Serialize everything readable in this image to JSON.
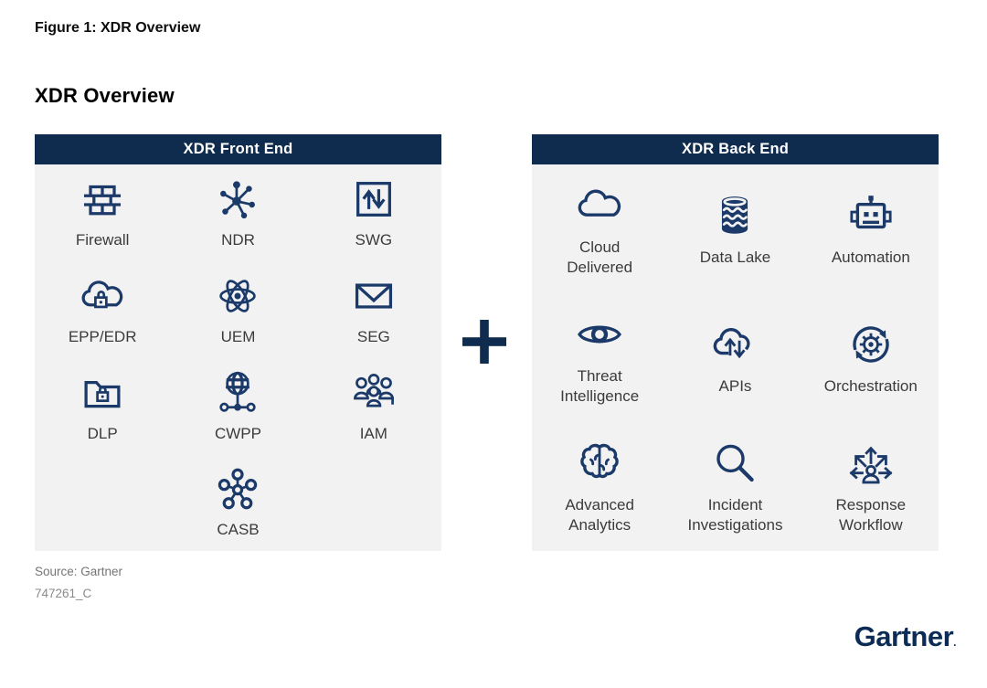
{
  "page": {
    "figure_title": "Figure 1: XDR Overview",
    "chart_title": "XDR Overview",
    "plus_symbol": "+",
    "source": "Source: Gartner",
    "figure_code": "747261_C",
    "brand": "Gartner",
    "brand_mark": "."
  },
  "colors": {
    "header_navy": "#0f2b4e",
    "icon_navy": "#1b3a69",
    "panel_bg": "#f2f2f2",
    "brand_navy": "#0c2c56",
    "label_text": "#3b3b3b",
    "source_text": "#757575",
    "code_text": "#8a8a8a"
  },
  "front_end": {
    "header": "XDR Front End",
    "items": [
      {
        "label": "Firewall",
        "icon": "firewall-icon"
      },
      {
        "label": "NDR",
        "icon": "network-hub-icon"
      },
      {
        "label": "SWG",
        "icon": "up-down-arrows-box-icon"
      },
      {
        "label": "EPP/EDR",
        "icon": "cloud-lock-icon"
      },
      {
        "label": "UEM",
        "icon": "atom-icon"
      },
      {
        "label": "SEG",
        "icon": "envelope-icon"
      },
      {
        "label": "DLP",
        "icon": "folder-lock-icon"
      },
      {
        "label": "CWPP",
        "icon": "globe-network-icon"
      },
      {
        "label": "IAM",
        "icon": "people-group-icon"
      },
      {
        "label": "CASB",
        "icon": "molecule-icon"
      }
    ]
  },
  "back_end": {
    "header": "XDR Back End",
    "items": [
      {
        "label": "Cloud Delivered",
        "icon": "cloud-icon"
      },
      {
        "label": "Data Lake",
        "icon": "database-waves-icon"
      },
      {
        "label": "Automation",
        "icon": "robot-icon"
      },
      {
        "label": "Threat Intelligence",
        "icon": "eye-icon"
      },
      {
        "label": "APIs",
        "icon": "cloud-arrows-icon"
      },
      {
        "label": "Orchestration",
        "icon": "gear-cycle-icon"
      },
      {
        "label": "Advanced Analytics",
        "icon": "brain-icon"
      },
      {
        "label": "Incident Investigations",
        "icon": "magnifier-icon"
      },
      {
        "label": "Response Workflow",
        "icon": "person-arrows-icon"
      }
    ]
  }
}
